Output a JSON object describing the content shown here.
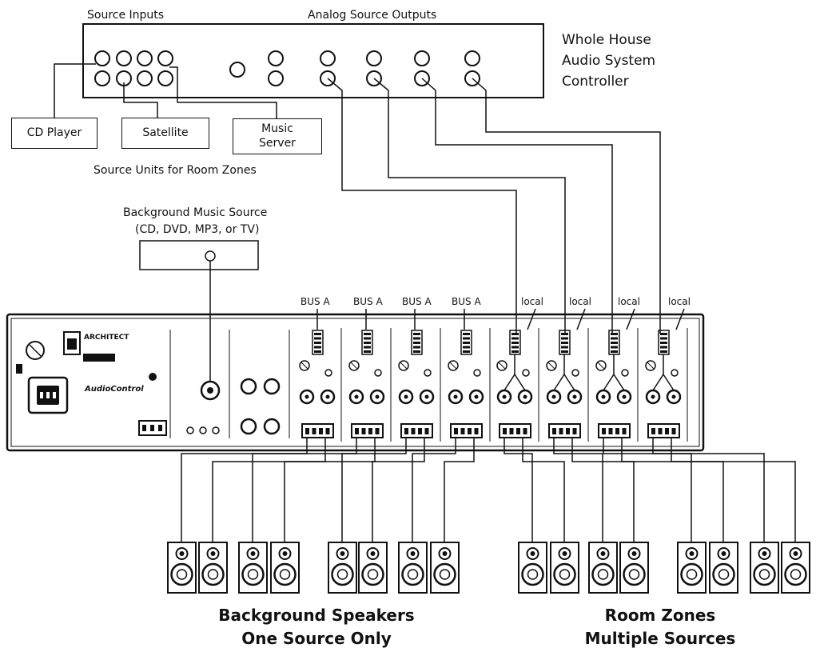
{
  "controller": {
    "source_inputs_label": "Source Inputs",
    "outputs_label": "Analog Source Outputs",
    "title_lines": [
      "Whole House",
      "Audio System",
      "Controller"
    ]
  },
  "sources": {
    "cd_player": "CD Player",
    "satellite": "Satellite",
    "music_server": [
      "Music",
      "Server"
    ],
    "caption": "Source Units for Room Zones"
  },
  "background_source": {
    "title": "Background Music Source",
    "subtitle": "(CD, DVD, MP3, or TV)"
  },
  "amplifier": {
    "brand": "AudioControl",
    "model": "ARCHITECT",
    "channel_labels": [
      "BUS A",
      "BUS A",
      "BUS A",
      "BUS A",
      "local",
      "local",
      "local",
      "local"
    ]
  },
  "speaker_groups": {
    "background": [
      "Background Speakers",
      "One Source Only"
    ],
    "zones": [
      "Room Zones",
      "Multiple Sources"
    ]
  }
}
